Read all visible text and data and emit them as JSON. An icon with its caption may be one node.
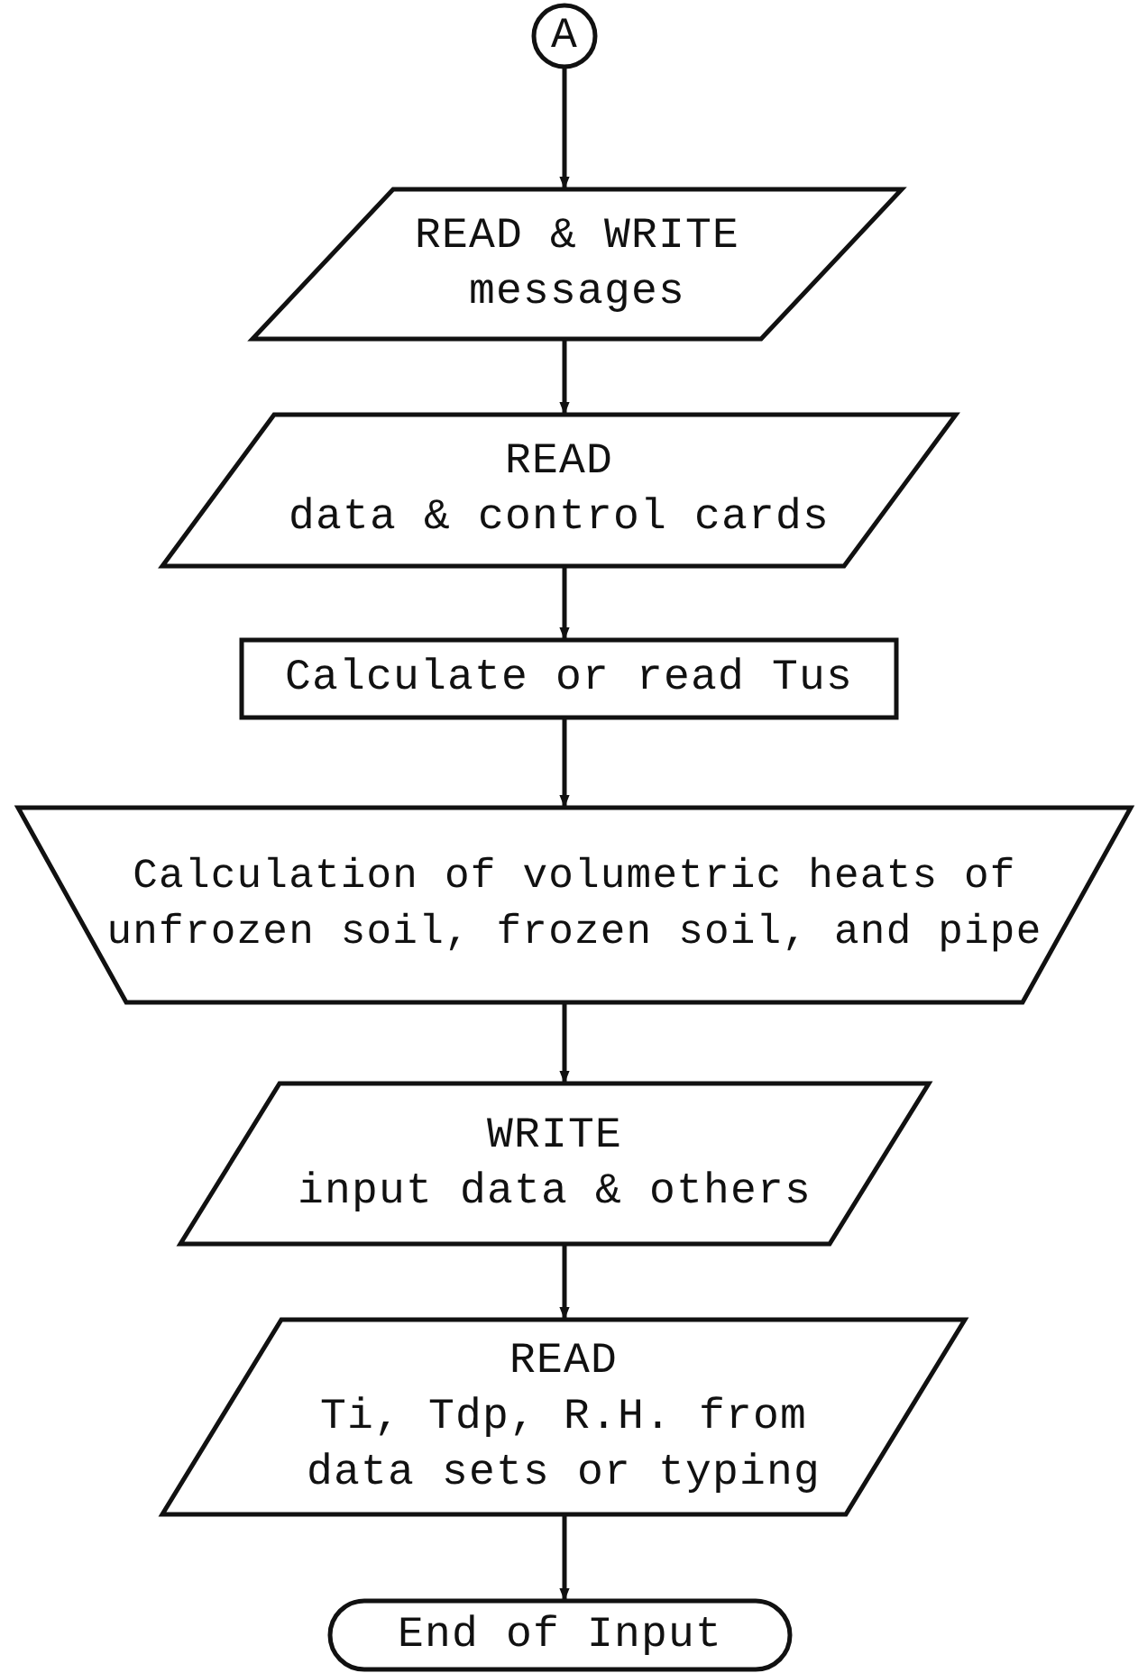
{
  "diagram": {
    "nodes": [
      {
        "text": [
          "A"
        ]
      },
      {
        "text": [
          "READ & WRITE",
          "messages"
        ]
      },
      {
        "text": [
          "READ",
          "data & control cards"
        ]
      },
      {
        "text": [
          "Calculate or read Tus"
        ]
      },
      {
        "text": [
          "Calculation of volumetric heats of unfrozen soil, frozen soil, and pipe"
        ]
      },
      {
        "text": [
          "WRITE",
          "input data & others"
        ]
      },
      {
        "text": [
          "READ",
          "Ti, Tdp, R.H. from data sets or typing"
        ]
      },
      {
        "text": [
          "End of Input"
        ]
      }
    ],
    "edges": [
      {
        "from": 0,
        "to": 1,
        "arrow": "to"
      },
      {
        "from": 1,
        "to": 2,
        "arrow": "to"
      },
      {
        "from": 2,
        "to": 3,
        "arrow": "to"
      },
      {
        "from": 3,
        "to": 4,
        "arrow": "to"
      },
      {
        "from": 4,
        "to": 5,
        "arrow": "to"
      },
      {
        "from": 5,
        "to": 6,
        "arrow": "to"
      },
      {
        "from": 6,
        "to": 7,
        "arrow": "to"
      }
    ]
  }
}
